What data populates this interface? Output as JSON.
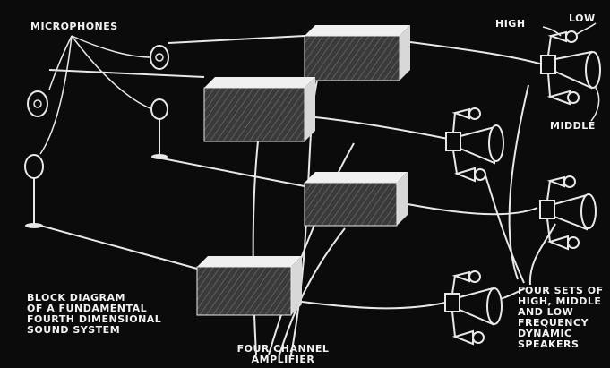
{
  "labels": {
    "microphones": "MICROPHONES",
    "high": "HIGH",
    "low": "LOW",
    "middle": "MIDDLE",
    "caption_line1": "BLOCK DIAGRAM",
    "caption_line2": "OF A FUNDAMENTAL",
    "caption_line3": "FOURTH DIMENSIONAL",
    "caption_line4": "SOUND SYSTEM",
    "amplifier_line1": "FOUR CHANNEL",
    "amplifier_line2": "AMPLIFIER",
    "speakers_line1": "FOUR SETS OF",
    "speakers_line2": "HIGH, MIDDLE",
    "speakers_line3": "AND LOW",
    "speakers_line4": "FREQUENCY",
    "speakers_line5": "DYNAMIC",
    "speakers_line6": "SPEAKERS"
  },
  "colors": {
    "background": "#0b0b0b",
    "line": "#e8e8e8",
    "box_front": "#3a3a3a",
    "box_top": "#f0f0f0",
    "box_side": "#d8d8d8"
  }
}
